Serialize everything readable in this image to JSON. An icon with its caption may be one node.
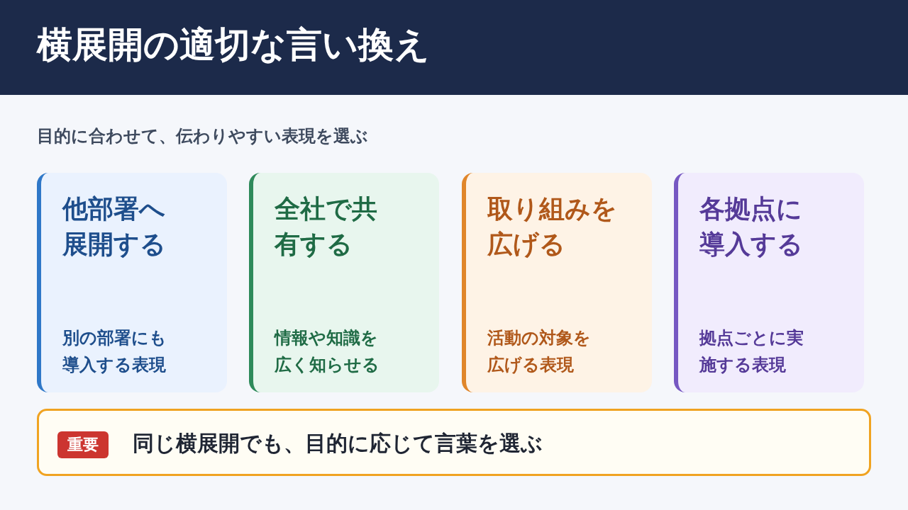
{
  "diagram": {
    "title": "横展開の適切な言い換え",
    "nodes": [
      {
        "text": [
          "他部署へ展開する",
          "別の部署にも導入する表現"
        ]
      },
      {
        "text": [
          "全社で共有する",
          "情報や知識を広く知らせる"
        ]
      },
      {
        "text": [
          "取り組みを広げる",
          "活動の対象を広げる表現"
        ]
      },
      {
        "text": [
          "各拠点に導入する",
          "拠点ごとに実施する表現"
        ]
      },
      {
        "text": [
          "同じ横展開でも、目的に応じて言葉を選ぶ"
        ]
      },
      {
        "text": [
          "重要"
        ],
        "in": 4
      }
    ],
    "labels": [
      "目的に合わせて、伝わりやすい表現を選ぶ"
    ]
  }
}
